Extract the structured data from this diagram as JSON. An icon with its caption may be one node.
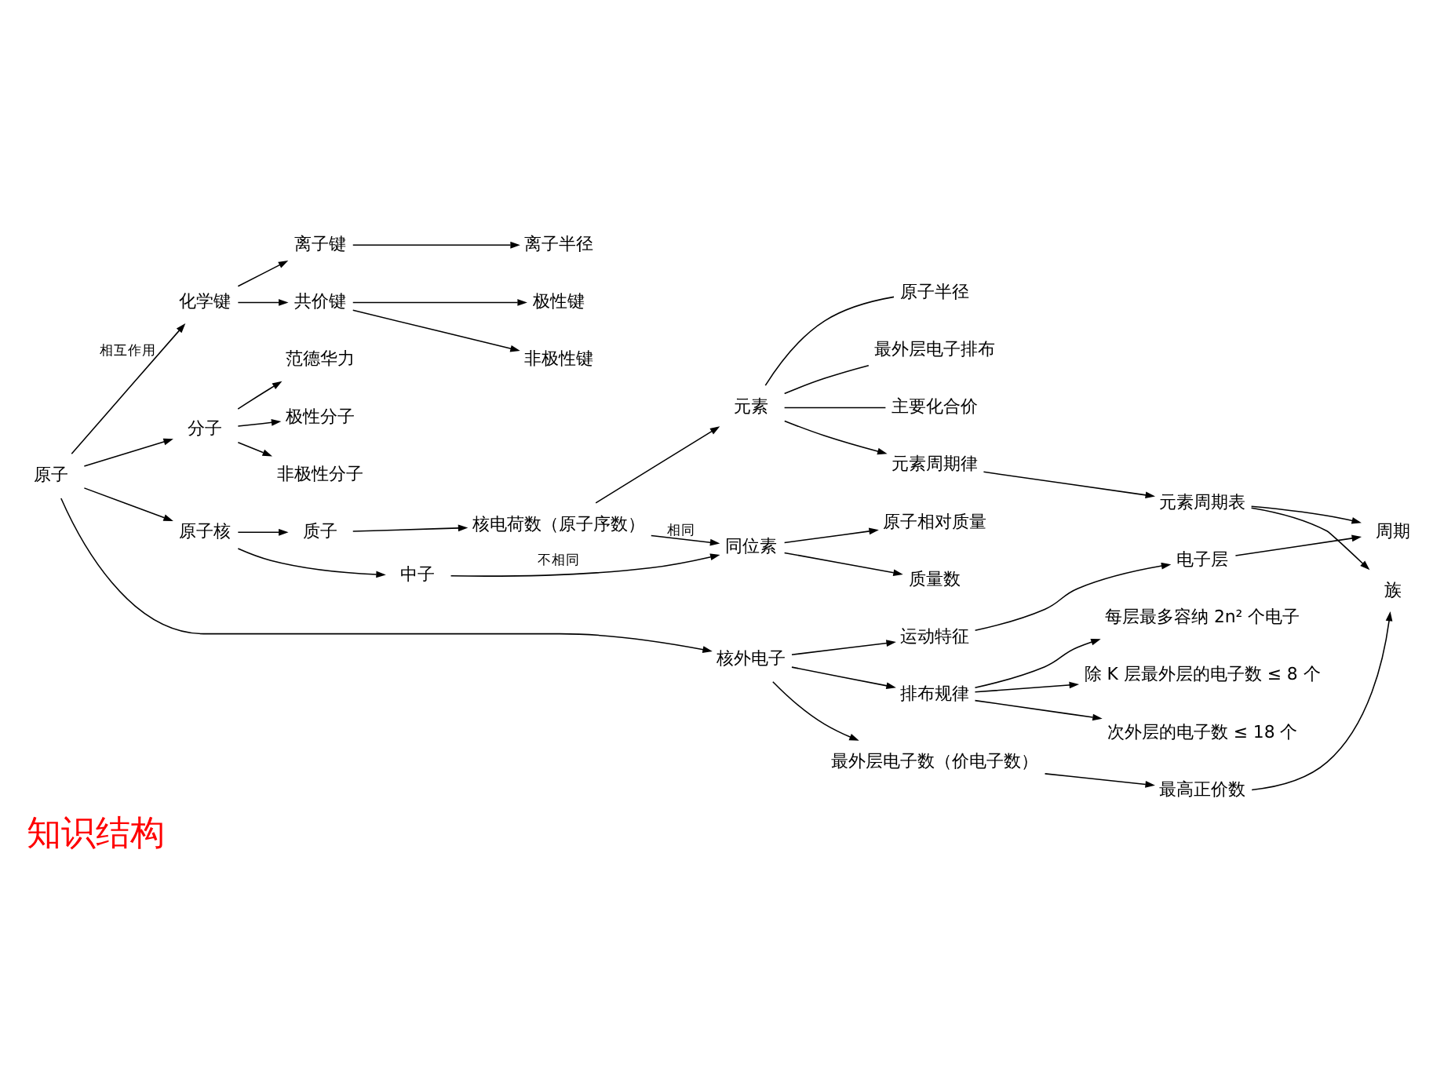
{
  "diagram": {
    "title": "知识结构",
    "nodes": [
      {
        "text": [
          "原子"
        ]
      },
      {
        "text": [
          "化学键"
        ]
      },
      {
        "text": [
          "离子键"
        ]
      },
      {
        "text": [
          "共价键"
        ]
      },
      {
        "text": [
          "离子半径"
        ]
      },
      {
        "text": [
          "极性键"
        ]
      },
      {
        "text": [
          "非极性键"
        ]
      },
      {
        "text": [
          "分子"
        ]
      },
      {
        "text": [
          "范德华力"
        ]
      },
      {
        "text": [
          "极性分子"
        ]
      },
      {
        "text": [
          "非极性分子"
        ]
      },
      {
        "text": [
          "原子核"
        ]
      },
      {
        "text": [
          "核外电子"
        ]
      },
      {
        "text": [
          "质子"
        ]
      },
      {
        "text": [
          "中子"
        ]
      },
      {
        "text": [
          "核电荷数（原子序数）"
        ]
      },
      {
        "text": [
          "元素"
        ]
      },
      {
        "text": [
          "原子半径"
        ]
      },
      {
        "text": [
          "最外层电子排布"
        ]
      },
      {
        "text": [
          "主要化合价"
        ]
      },
      {
        "text": [
          "元素周期律"
        ]
      },
      {
        "text": [
          "元素周期表"
        ]
      },
      {
        "text": [
          "同位素"
        ]
      },
      {
        "text": [
          "质量数"
        ]
      },
      {
        "text": [
          "原子相对质量"
        ]
      },
      {
        "text": [
          "运动特征"
        ]
      },
      {
        "text": [
          "电子层"
        ]
      },
      {
        "text": [
          "周期"
        ]
      },
      {
        "text": [
          "族"
        ]
      },
      {
        "text": [
          "最外层电子数（价电子数）"
        ]
      },
      {
        "text": [
          "最高正价数"
        ]
      },
      {
        "text": [
          "排布规律"
        ]
      },
      {
        "text": [
          "每层最多容纳 2n² 个电子"
        ]
      },
      {
        "text": [
          "除 K 层最外层的电子数 ≤ 8 个"
        ]
      },
      {
        "text": [
          "次外层的电子数 ≤ 18 个"
        ]
      }
    ],
    "edges": [
      {
        "from": 0,
        "to": 1,
        "arrow": "to",
        "label": "相互作用"
      },
      {
        "from": 1,
        "to": 2,
        "arrow": "to"
      },
      {
        "from": 1,
        "to": 3,
        "arrow": "to"
      },
      {
        "from": 2,
        "to": 4,
        "arrow": "to"
      },
      {
        "from": 3,
        "to": 5,
        "arrow": "to"
      },
      {
        "from": 3,
        "to": 6,
        "arrow": "to"
      },
      {
        "from": 0,
        "to": 7,
        "arrow": "to"
      },
      {
        "from": 7,
        "to": 8,
        "arrow": "to"
      },
      {
        "from": 7,
        "to": 9,
        "arrow": "to"
      },
      {
        "from": 7,
        "to": 10,
        "arrow": "to"
      },
      {
        "from": 0,
        "to": 11,
        "arrow": "to"
      },
      {
        "from": 0,
        "to": 12,
        "arrow": "to"
      },
      {
        "from": 11,
        "to": 13,
        "arrow": "to"
      },
      {
        "from": 11,
        "to": 14,
        "arrow": "to"
      },
      {
        "from": 13,
        "to": 15,
        "arrow": "to"
      },
      {
        "from": 15,
        "to": 16,
        "arrow": "to"
      },
      {
        "from": 16,
        "to": 17,
        "arrow": "none"
      },
      {
        "from": 16,
        "to": 18,
        "arrow": "none"
      },
      {
        "from": 16,
        "to": 19,
        "arrow": "none"
      },
      {
        "from": 16,
        "to": 20,
        "arrow": "to"
      },
      {
        "from": 20,
        "to": 21,
        "arrow": "to"
      },
      {
        "from": 15,
        "to": 22,
        "arrow": "to",
        "label": "相同"
      },
      {
        "from": 14,
        "to": 22,
        "arrow": "to",
        "label": "不相同"
      },
      {
        "from": 22,
        "to": 23,
        "arrow": "to"
      },
      {
        "from": 22,
        "to": 24,
        "arrow": "to"
      },
      {
        "from": 21,
        "to": 27,
        "arrow": "to"
      },
      {
        "from": 21,
        "to": 28,
        "arrow": "to"
      },
      {
        "from": 12,
        "to": 25,
        "arrow": "to"
      },
      {
        "from": 12,
        "to": 29,
        "arrow": "to"
      },
      {
        "from": 12,
        "to": 31,
        "arrow": "to"
      },
      {
        "from": 25,
        "to": 26,
        "arrow": "to"
      },
      {
        "from": 26,
        "to": 27,
        "arrow": "to"
      },
      {
        "from": 29,
        "to": 30,
        "arrow": "to"
      },
      {
        "from": 30,
        "to": 28,
        "arrow": "to"
      },
      {
        "from": 31,
        "to": 32,
        "arrow": "to"
      },
      {
        "from": 31,
        "to": 33,
        "arrow": "to"
      },
      {
        "from": 31,
        "to": 34,
        "arrow": "to"
      }
    ]
  }
}
